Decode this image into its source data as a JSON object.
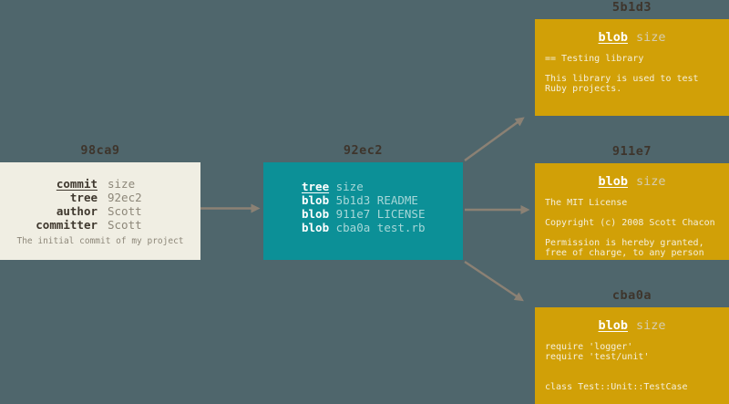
{
  "diagram_title": "git-object-model",
  "colors": {
    "bg": "#4f666c",
    "commit-box": "#f0eee3",
    "commit-key": "#3f382e",
    "commit-value": "#8d8779",
    "tree-box": "#0c9097",
    "tree-secondary": "#a6d7d8",
    "blob-box": "#d1a007",
    "blob-size": "#d6cdb0",
    "blob-text": "#f5efdc",
    "label": "#3e352c",
    "arrow": "#8b8174",
    "white": "#ffffff"
  },
  "commit": {
    "label": "98ca9",
    "rows": [
      {
        "key": "commit",
        "value": "size"
      },
      {
        "key": "tree",
        "value": "92ec2"
      },
      {
        "key": "author",
        "value": "Scott"
      },
      {
        "key": "committer",
        "value": "Scott"
      }
    ],
    "footer": "The initial commit of my project"
  },
  "tree": {
    "label": "92ec2",
    "rows": [
      {
        "key": "tree",
        "value": " size"
      },
      {
        "key": "blob",
        "value": " 5b1d3 README"
      },
      {
        "key": "blob",
        "value": " 911e7 LICENSE"
      },
      {
        "key": "blob",
        "value": " cba0a test.rb"
      }
    ]
  },
  "blobs": [
    {
      "label": "5b1d3",
      "type_label": "blob",
      "size_label": "size",
      "lines": [
        "== Testing library",
        "",
        "This library is used to test",
        "Ruby projects."
      ]
    },
    {
      "label": "911e7",
      "type_label": "blob",
      "size_label": "size",
      "lines": [
        "The MIT License",
        "",
        "Copyright (c) 2008 Scott Chacon",
        "",
        "Permission is hereby granted,",
        "free of charge, to any person"
      ]
    },
    {
      "label": "cba0a",
      "type_label": "blob",
      "size_label": "size",
      "lines": [
        "require 'logger'",
        "require 'test/unit'",
        "",
        "",
        "class Test::Unit::TestCase"
      ]
    }
  ]
}
